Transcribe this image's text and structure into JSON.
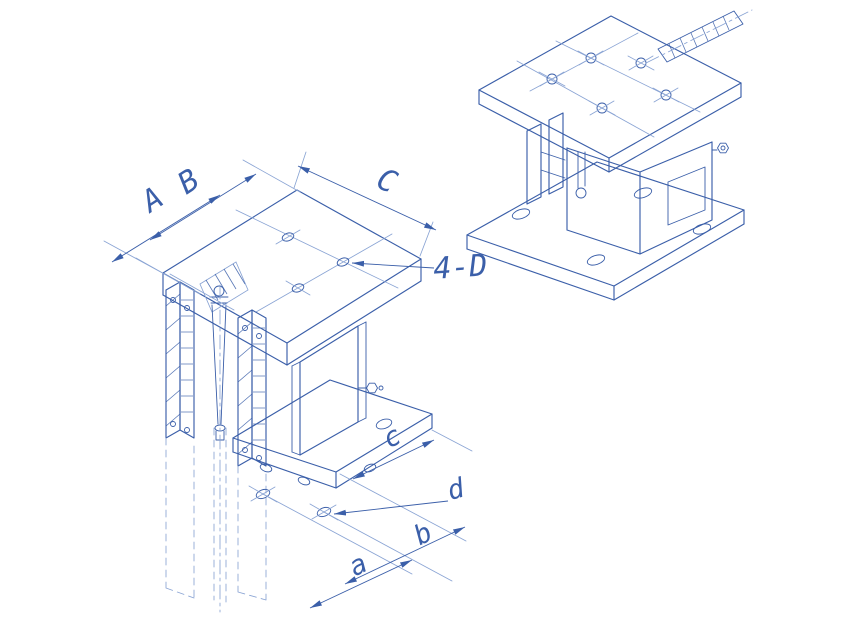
{
  "drawing": {
    "colors": {
      "line": "#3b5fa9",
      "light": "#8aa4d4",
      "bg": "#ffffff"
    },
    "labels": {
      "upper_a": "A",
      "upper_b": "B",
      "upper_c": "C",
      "hole_spec": "4-D",
      "lower_c": "c",
      "lower_d": "d",
      "lower_b": "b",
      "lower_a": "a"
    }
  }
}
